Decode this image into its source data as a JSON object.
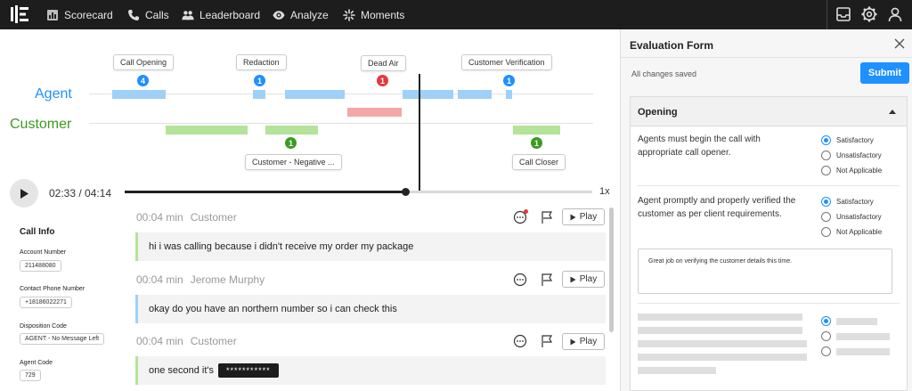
{
  "nav": {
    "items": [
      {
        "label": "Scorecard",
        "icon": "bar-chart-icon"
      },
      {
        "label": "Calls",
        "icon": "phone-icon"
      },
      {
        "label": "Leaderboard",
        "icon": "people-icon"
      },
      {
        "label": "Analyze",
        "icon": "eye-icon"
      },
      {
        "label": "Moments",
        "icon": "sparkle-icon"
      }
    ],
    "right_icons": [
      "inbox-icon",
      "gear-icon",
      "user-icon"
    ]
  },
  "timeline": {
    "agent_label": "Agent",
    "customer_label": "Customer",
    "markers_top": [
      {
        "label": "Call Opening",
        "count": "4",
        "type": "agent"
      },
      {
        "label": "Redaction",
        "count": "1",
        "type": "agent"
      },
      {
        "label": "Dead Air",
        "count": "1",
        "type": "dead-air"
      },
      {
        "label": "Customer Verification",
        "count": "1",
        "type": "agent"
      }
    ],
    "markers_bottom": [
      {
        "label": "Customer - Negative ...",
        "count": "1",
        "type": "customer"
      },
      {
        "label": "Call Closer",
        "count": "1",
        "type": "customer"
      }
    ],
    "colors": {
      "agent": "#9fd0f7",
      "customer": "#b4e39a",
      "dead_air": "#f4a7a7",
      "badge_blue": "#1e90ff",
      "badge_red": "#e5383b",
      "badge_green": "#3a9b1f"
    }
  },
  "player": {
    "time": "02:33 / 04:14",
    "progress": 0.6,
    "speed": "1x"
  },
  "call_info": {
    "title": "Call Info",
    "fields": [
      {
        "label": "Account Number",
        "value": "211488080"
      },
      {
        "label": "Contact Phone Number",
        "value": "+18186022271"
      },
      {
        "label": "Disposition Code",
        "value": "AGENT - No Message Left"
      },
      {
        "label": "Agent Code",
        "value": "729"
      }
    ]
  },
  "transcript": {
    "play_label": "Play",
    "messages": [
      {
        "time": "00:04 min",
        "speaker": "Customer",
        "text": "hi i was calling because i didn't receive my order my package",
        "redacted": ""
      },
      {
        "time": "00:04 min",
        "speaker": "Jerome Murphy",
        "text": "okay do you have an northern number so i can check this",
        "redacted": ""
      },
      {
        "time": "00:04 min",
        "speaker": "Customer",
        "text": "one second it's",
        "redacted": "***********"
      }
    ]
  },
  "evaluation": {
    "title": "Evaluation Form",
    "status": "All changes saved",
    "submit_label": "Submit",
    "section_title": "Opening",
    "questions": [
      {
        "text": "Agents must begin the call with appropriate call opener.",
        "options": [
          "Satisfactory",
          "Unsatisfactory",
          "Not Applicable"
        ],
        "selected": 0
      },
      {
        "text": "Agent promptly and properly verified the customer as per client requirements.",
        "options": [
          "Satisfactory",
          "Unsatisfactory",
          "Not Applicable"
        ],
        "selected": 0
      }
    ],
    "comment": "Great job on verifying the customer details this time."
  }
}
